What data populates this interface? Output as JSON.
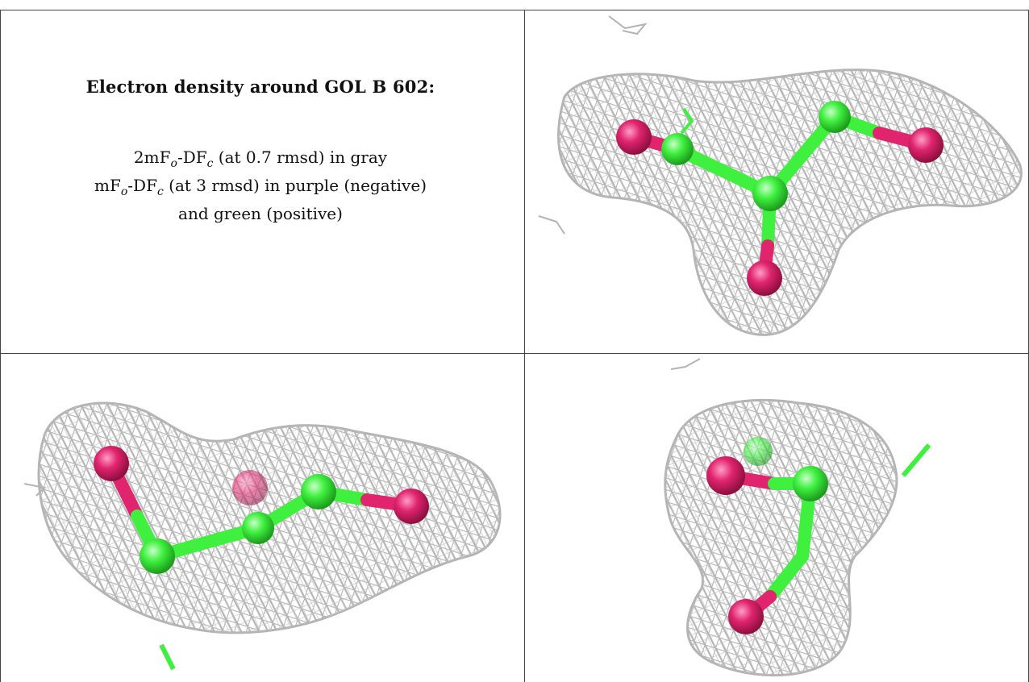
{
  "title": "Electron density around GOL B 602:",
  "legend": [
    {
      "prefix": "2mF",
      "sub1": "o",
      "mid": "-DF",
      "sub2": "c",
      "suffix": " (at 0.7 rmsd) in gray"
    },
    {
      "prefix": "mF",
      "sub1": "o",
      "mid": "-DF",
      "sub2": "c",
      "suffix": " (at 3 rmsd) in purple (negative)"
    },
    {
      "prefix": "",
      "sub1": "",
      "mid": "",
      "sub2": "",
      "suffix": "and green (positive)"
    }
  ],
  "colors": {
    "mesh": "#b4b4b4",
    "carbon": "#3ff03f",
    "oxygen": "#e0246e",
    "frame": "#444444"
  },
  "panels": [
    {
      "name": "view-top-right"
    },
    {
      "name": "view-bottom-left"
    },
    {
      "name": "view-bottom-right"
    }
  ]
}
